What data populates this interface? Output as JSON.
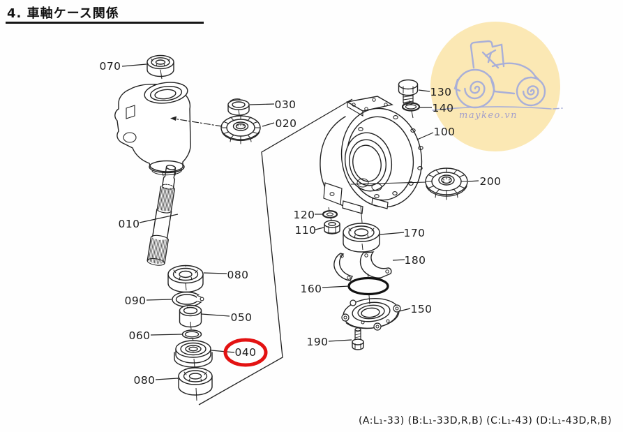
{
  "page": {
    "title": "4. 車軸ケース関係",
    "footer_note": "(A:L₁-33) (B:L₁-33D,R,B) (C:L₁-43) (D:L₁-43D,R,B)"
  },
  "watermark": {
    "text": "maykeo.vn",
    "circle_color": "#fbe8b4",
    "art_color": "#a9afd8",
    "text_color": "#a39fcb"
  },
  "diagram": {
    "highlight_color": "#e31212",
    "highlighted_callout": "040",
    "callouts": [
      {
        "id": "070",
        "label": "070"
      },
      {
        "id": "030",
        "label": "030"
      },
      {
        "id": "020",
        "label": "020"
      },
      {
        "id": "010",
        "label": "010"
      },
      {
        "id": "080a",
        "label": "080"
      },
      {
        "id": "090",
        "label": "090"
      },
      {
        "id": "050",
        "label": "050"
      },
      {
        "id": "060",
        "label": "060"
      },
      {
        "id": "040",
        "label": "040"
      },
      {
        "id": "080b",
        "label": "080"
      },
      {
        "id": "130",
        "label": "130"
      },
      {
        "id": "140",
        "label": "140"
      },
      {
        "id": "100",
        "label": "100"
      },
      {
        "id": "200",
        "label": "200"
      },
      {
        "id": "120",
        "label": "120"
      },
      {
        "id": "110",
        "label": "110"
      },
      {
        "id": "170",
        "label": "170"
      },
      {
        "id": "180",
        "label": "180"
      },
      {
        "id": "160",
        "label": "160"
      },
      {
        "id": "150",
        "label": "150"
      },
      {
        "id": "190",
        "label": "190"
      }
    ]
  }
}
